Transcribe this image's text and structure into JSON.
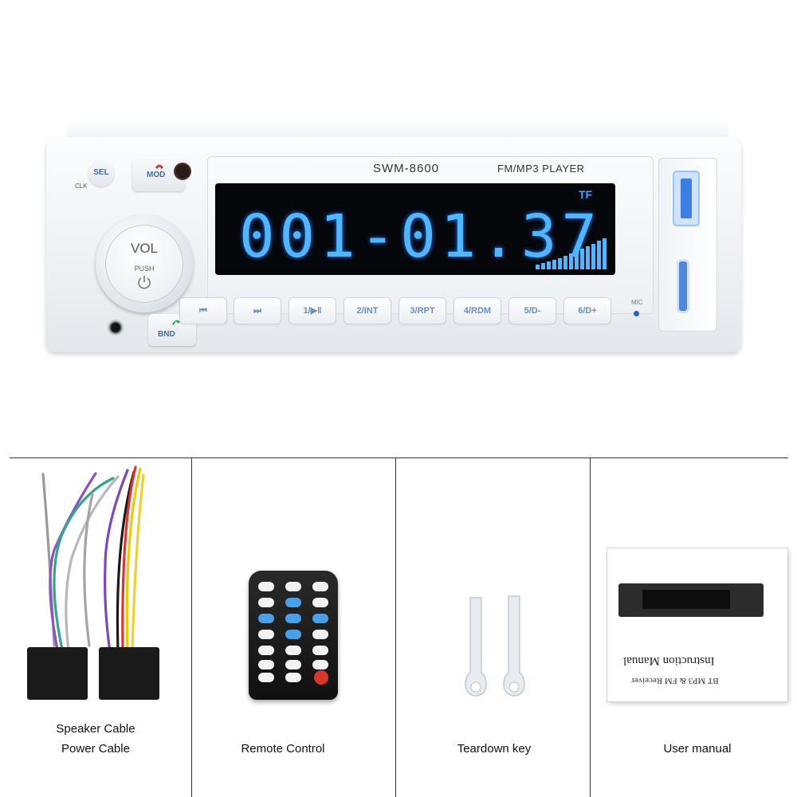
{
  "radio": {
    "model": "SWM-8600",
    "player_label": "FM/MP3 PLAYER",
    "display": {
      "indicator": "TF",
      "digits": "001-01.37"
    },
    "buttons": {
      "sel": "SEL",
      "clk": "CLK",
      "mod": "MOD",
      "vol": "VOL",
      "push": "PUSH",
      "bnd": "BND",
      "mic": "MIC"
    },
    "presets": [
      "⏮",
      "⏭",
      "1/▶ǁ",
      "2/INT",
      "3/RPT",
      "4/RDM",
      "5/D-",
      "6/D+"
    ]
  },
  "accessories": [
    {
      "name": "speaker-cable",
      "captions": [
        "Speaker Cable",
        "Power Cable"
      ]
    },
    {
      "name": "remote-control",
      "captions": [
        "Remote Control"
      ]
    },
    {
      "name": "teardown-key",
      "captions": [
        "Teardown key"
      ]
    },
    {
      "name": "user-manual",
      "captions": [
        "User manual"
      ]
    }
  ],
  "manual": {
    "title_line": "Instruction Manual",
    "subtitle_line": "BT MP3 & FM Receiver"
  },
  "colors": {
    "lcd_digits": "#4fb6ff",
    "accent_blue": "#3a6fb0"
  }
}
